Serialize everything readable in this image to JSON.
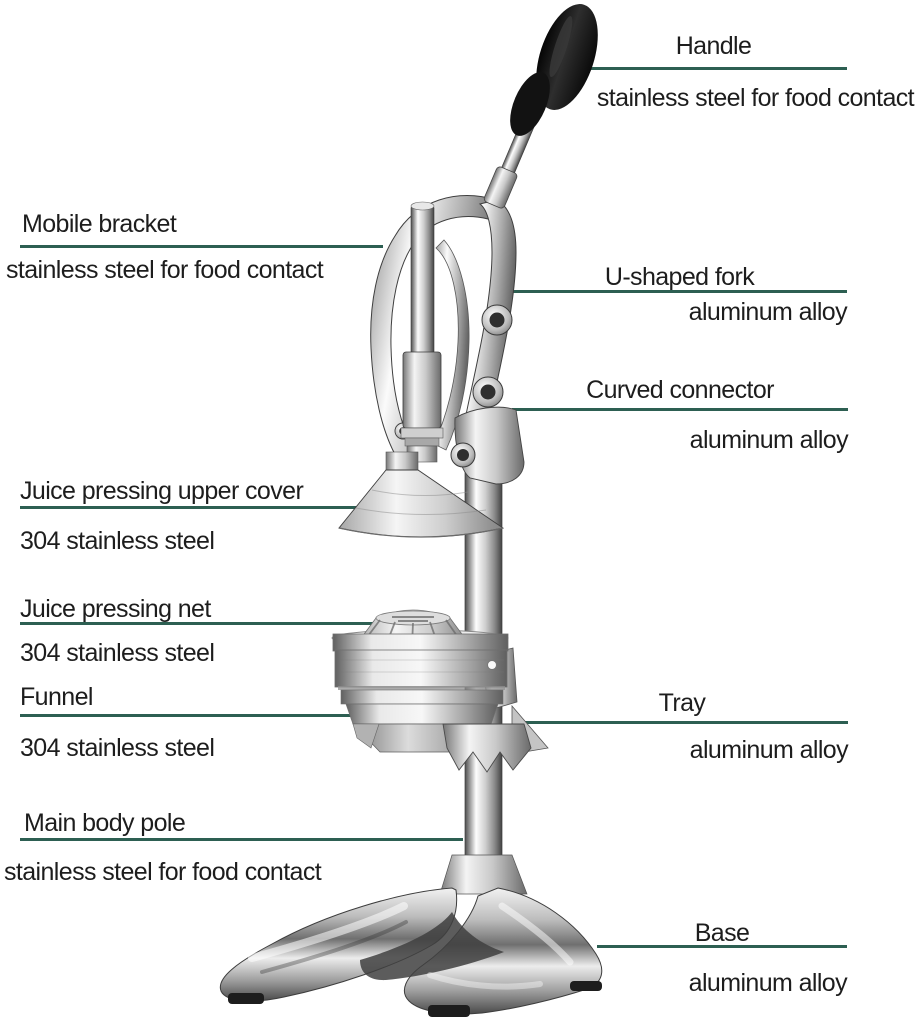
{
  "colors": {
    "background": "#ffffff",
    "callout_line": "#2d5f52",
    "label_text": "#1d1d1d",
    "handle_grip": "#141414"
  },
  "product": {
    "depicted": "manual citrus juicer press (chrome, labeled parts diagram)"
  },
  "labels": {
    "handle": {
      "title": "Handle",
      "material": "stainless steel for food contact"
    },
    "mobile_bracket": {
      "title": "Mobile bracket",
      "material": "stainless steel for food contact"
    },
    "u_shaped_fork": {
      "title": "U-shaped fork",
      "material": "aluminum alloy"
    },
    "curved_connector": {
      "title": "Curved connector",
      "material": "aluminum alloy"
    },
    "upper_cover": {
      "title": "Juice pressing upper cover",
      "material": "304 stainless steel"
    },
    "pressing_net": {
      "title": "Juice pressing net",
      "material": "304 stainless steel"
    },
    "funnel": {
      "title": "Funnel",
      "material": "304 stainless steel"
    },
    "tray": {
      "title": "Tray",
      "material": "aluminum alloy"
    },
    "main_body_pole": {
      "title": "Main body pole",
      "material": "stainless steel for food contact"
    },
    "base": {
      "title": "Base",
      "material": "aluminum alloy"
    }
  }
}
